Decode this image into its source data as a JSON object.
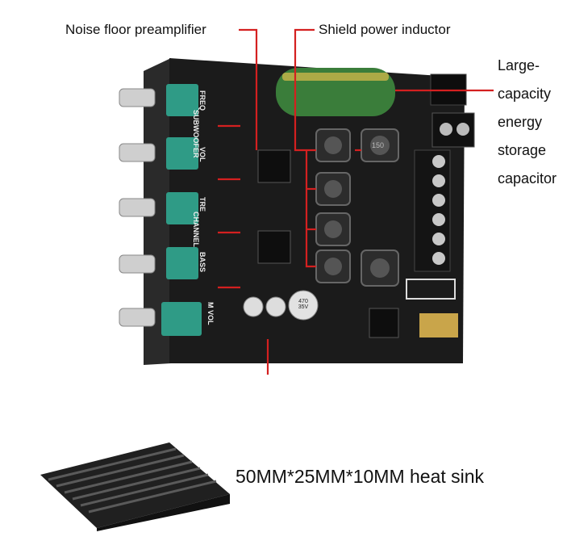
{
  "labels": {
    "noise_floor": "Noise floor preamplifier",
    "shield_inductor": "Shield power inductor",
    "capacitor_lines": [
      "Large-",
      "capacity",
      "energy",
      "storage",
      "capacitor"
    ],
    "heat_sink": "50MM*25MM*10MM heat sink"
  },
  "board_print": {
    "knob_labels": [
      "FREQ",
      "SUBWOOFER",
      "VOL",
      "TRE",
      "CHANNEL",
      "BASS",
      "M VOL"
    ],
    "big_cap_text": "470 35V",
    "inductor_text": "150"
  },
  "colors": {
    "pcb": "#1b1b1b",
    "annotation_red": "#d42020",
    "pot_teal": "#2f9b86",
    "cap_green": "#3a7d3a"
  }
}
